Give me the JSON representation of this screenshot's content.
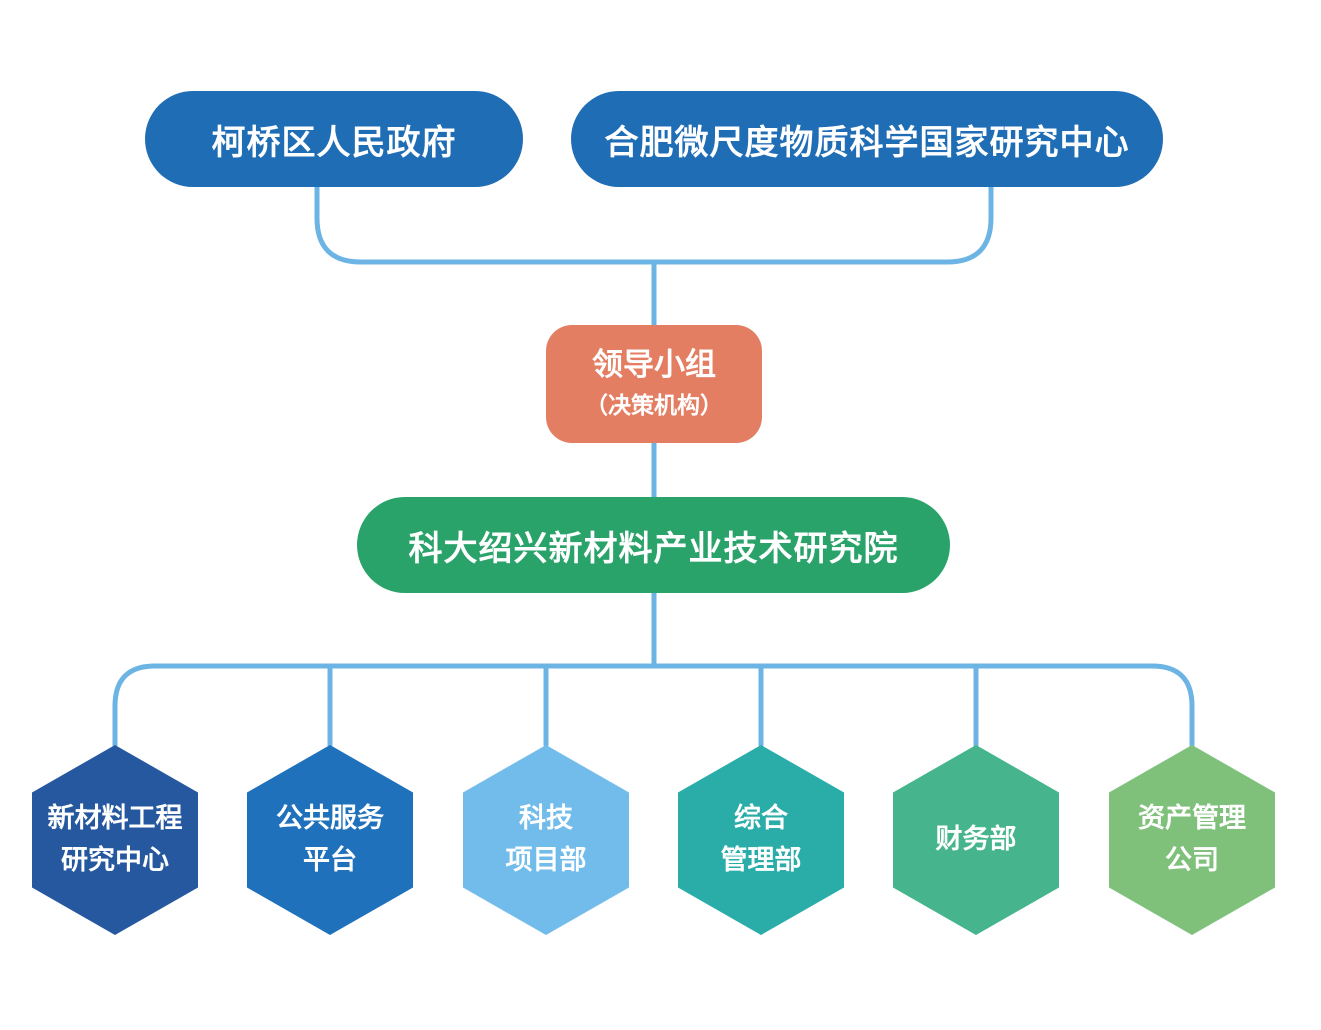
{
  "top_orgs": [
    {
      "label": "柯桥区人民政府",
      "color": "#1f6db5"
    },
    {
      "label": "合肥微尺度物质科学国家研究中心",
      "color": "#1f6db5"
    }
  ],
  "leader": {
    "title": "领导小组",
    "subtitle": "（决策机构）",
    "color": "#e47e62"
  },
  "institute": {
    "label": "科大绍兴新材料产业技术研究院",
    "color": "#2aa36a"
  },
  "connector_color": "#6cb4e4",
  "departments": [
    {
      "lines": [
        "新材料工程",
        "研究中心"
      ],
      "color": "#25589f"
    },
    {
      "lines": [
        "公共服务",
        "平台"
      ],
      "color": "#1f71bb"
    },
    {
      "lines": [
        "科技",
        "项目部"
      ],
      "color": "#72bcec"
    },
    {
      "lines": [
        "综合",
        "管理部"
      ],
      "color": "#2aaca9"
    },
    {
      "lines": [
        "财务部"
      ],
      "color": "#46b48c"
    },
    {
      "lines": [
        "资产管理",
        "公司"
      ],
      "color": "#7fc07b"
    }
  ]
}
